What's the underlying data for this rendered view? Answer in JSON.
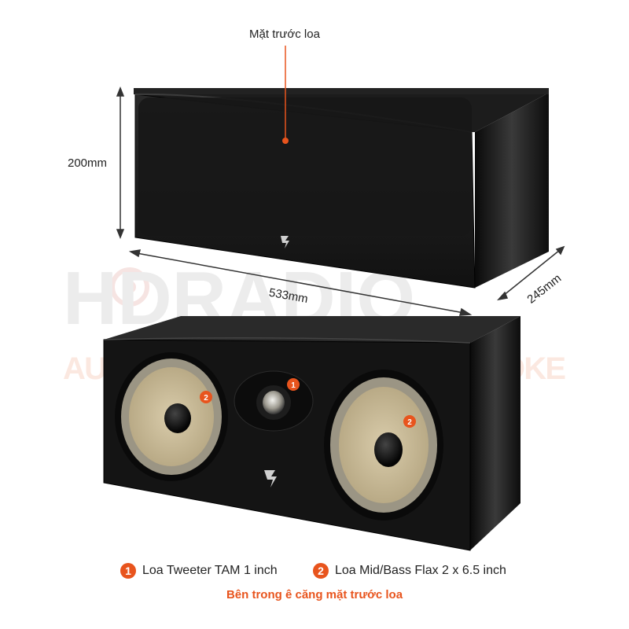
{
  "front_label": "Mặt trước loa",
  "dimensions": {
    "height": "200mm",
    "width": "533mm",
    "depth": "245mm"
  },
  "watermark": {
    "brand": "HDRADIO",
    "tagline": "AUDIO - HOME CINEMA - KARAOKE"
  },
  "callouts": {
    "tweeter": "1",
    "midbass": "2"
  },
  "legend": [
    {
      "number": "1",
      "label": "Loa Tweeter TAM 1 inch"
    },
    {
      "number": "2",
      "label": "Loa Mid/Bass Flax 2 x 6.5 inch"
    }
  ],
  "footnote": "Bên trong ê căng mặt trước loa",
  "colors": {
    "accent": "#e8541d",
    "cabinet": "#141414",
    "cone": "#cdbf9f",
    "surround": "#9b9584"
  },
  "icons": [
    "arrow-icon",
    "focal-logo-icon"
  ]
}
